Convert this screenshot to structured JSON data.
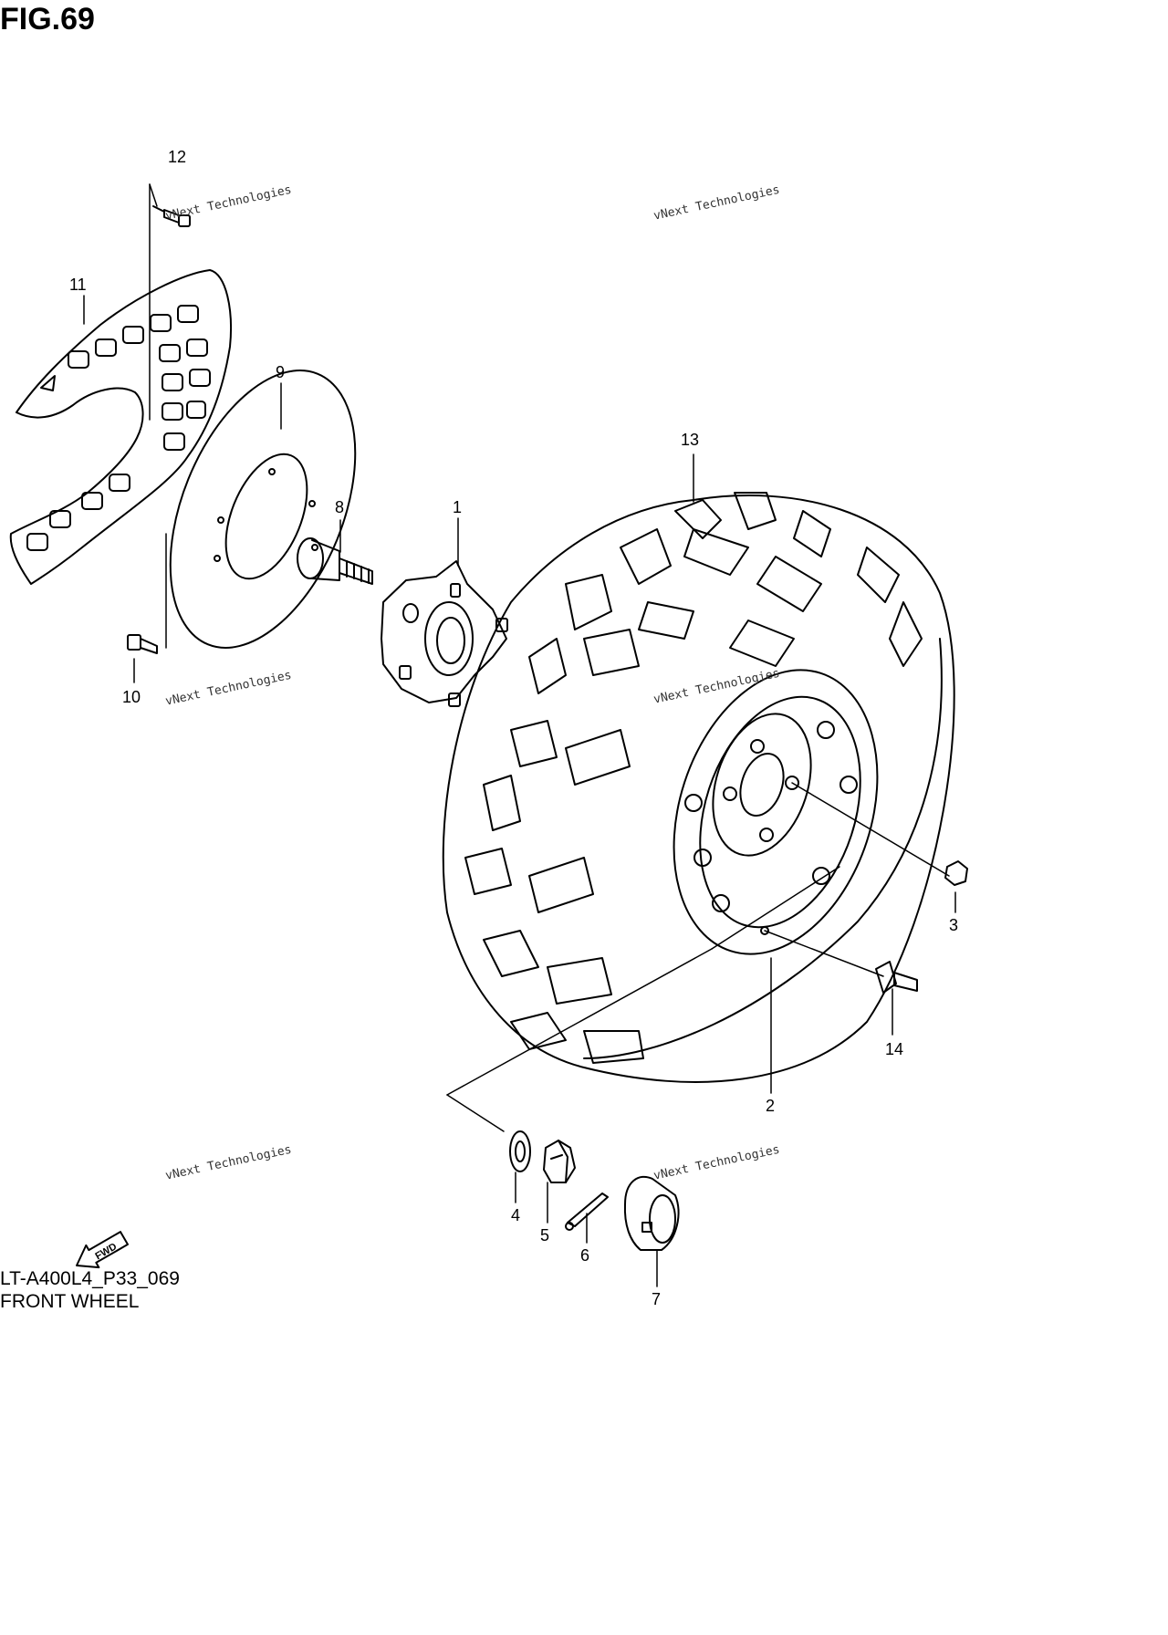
{
  "figure": {
    "title": "FIG.69",
    "model_code": "LT-A400L4_P33_069",
    "section_name": "FRONT WHEEL"
  },
  "parts": [
    {
      "callout": "1"
    },
    {
      "callout": "2"
    },
    {
      "callout": "3"
    },
    {
      "callout": "4"
    },
    {
      "callout": "5"
    },
    {
      "callout": "6"
    },
    {
      "callout": "7"
    },
    {
      "callout": "8"
    },
    {
      "callout": "9"
    },
    {
      "callout": "10"
    },
    {
      "callout": "11"
    },
    {
      "callout": "12"
    },
    {
      "callout": "13"
    },
    {
      "callout": "14"
    }
  ],
  "direction_arrow": {
    "label": "FWD"
  },
  "watermark": {
    "text": "vNext Technologies"
  }
}
